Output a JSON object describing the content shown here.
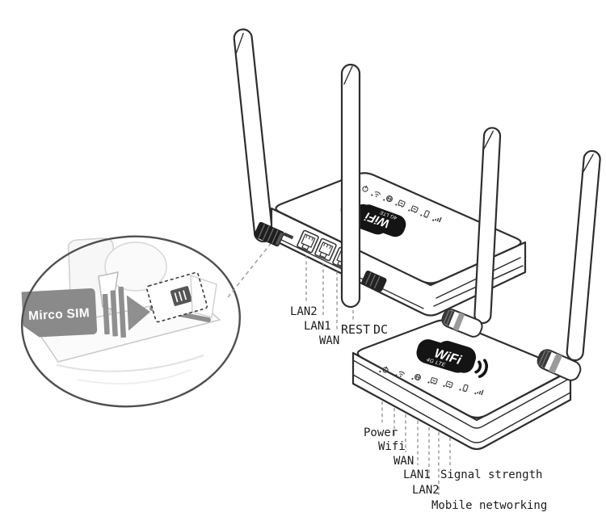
{
  "figure": {
    "type": "product-diagram",
    "subject": "4G LTE wireless router with Micro SIM slot, back-panel ports and front LED indicators"
  },
  "inset": {
    "sim_card_label": "Mirco SIM"
  },
  "logo": {
    "brand": "WiFi",
    "tech": "4G LTE"
  },
  "back_panel": {
    "lan2": "LAN2",
    "lan1": "LAN1",
    "wan": "WAN",
    "reset": "REST",
    "dc": "DC"
  },
  "front_leds": {
    "power": "Power",
    "wifi": "Wifi",
    "wan": "WAN",
    "lan1": "LAN1",
    "lan2": "LAN2",
    "signal": "Signal strength",
    "mobile": "Mobile networking"
  },
  "led_icons": [
    "power-icon",
    "wifi-icon",
    "wan-globe-icon",
    "lan1-icon",
    "lan2-icon",
    "mobile-network-icon",
    "signal-strength-icon"
  ],
  "colors": {
    "ink": "#2e2e2e",
    "label": "#1d1d1d",
    "gray_fill": "#8a8a8a",
    "logo_black": "#141414",
    "leader": "#909090"
  }
}
